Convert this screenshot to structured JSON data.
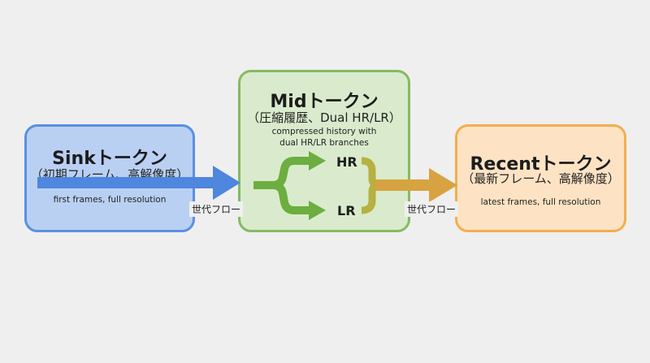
{
  "sink": {
    "title_en": "Sink",
    "title_ja": "トークン",
    "subtitle": "（初期フレーム、高解像度）",
    "description": "first frames, full resolution",
    "fill_color": "#b9d0f3",
    "border_color": "#5b8fe3"
  },
  "mid": {
    "title_en": "Mid",
    "title_ja": "トークン",
    "subtitle": "（圧縮履歴、Dual HR/LR）",
    "description_line1": "compressed history with",
    "description_line2": "dual HR/LR branches",
    "branch_hr": "HR",
    "branch_lr": "LR",
    "fill_color": "#d9ebcc",
    "border_color": "#84bb62"
  },
  "recent": {
    "title_en": "Recent",
    "title_ja": "トークン",
    "subtitle": "（最新フレーム、高解像度）",
    "description": "latest frames, full resolution",
    "fill_color": "#fde3c4",
    "border_color": "#f2ae51"
  },
  "flows": [
    {
      "label": "世代フロー",
      "color": "#4f86de"
    },
    {
      "label": "世代フロー",
      "color": "#d7a340"
    }
  ],
  "branch_color": "#6cae3f"
}
